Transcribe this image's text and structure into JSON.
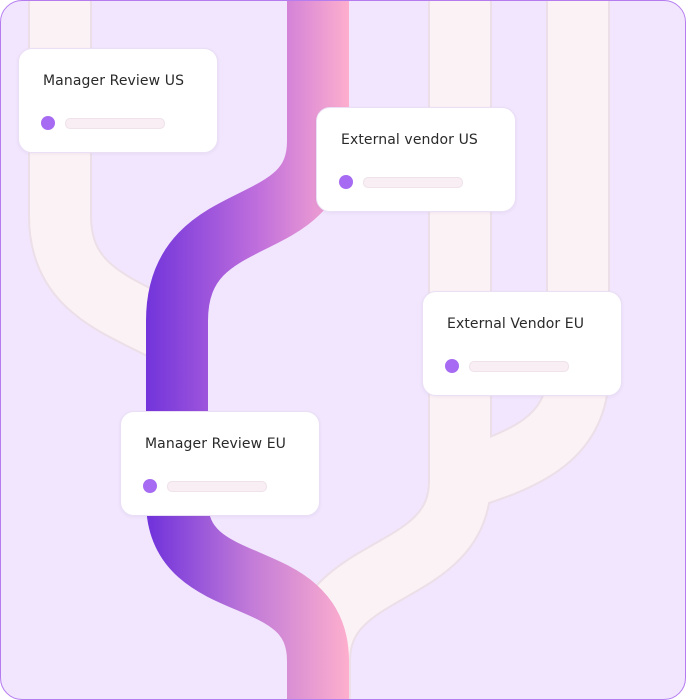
{
  "colors": {
    "background": "#f1e6fd",
    "frame_border": "#b57cf0",
    "inactive_path": "#fbf2f5",
    "inactive_path_edge": "#ecdfe8",
    "active_path_start": "#7234db",
    "active_path_end": "#ffb0cd",
    "dot": "#a66bf2"
  },
  "cards": [
    {
      "label": "Manager Review US",
      "icon": "status-dot-icon",
      "active": false
    },
    {
      "label": "External vendor US",
      "icon": "status-dot-icon",
      "active": true
    },
    {
      "label": "External Vendor EU",
      "icon": "status-dot-icon",
      "active": false
    },
    {
      "label": "Manager Review EU",
      "icon": "status-dot-icon",
      "active": true
    }
  ]
}
